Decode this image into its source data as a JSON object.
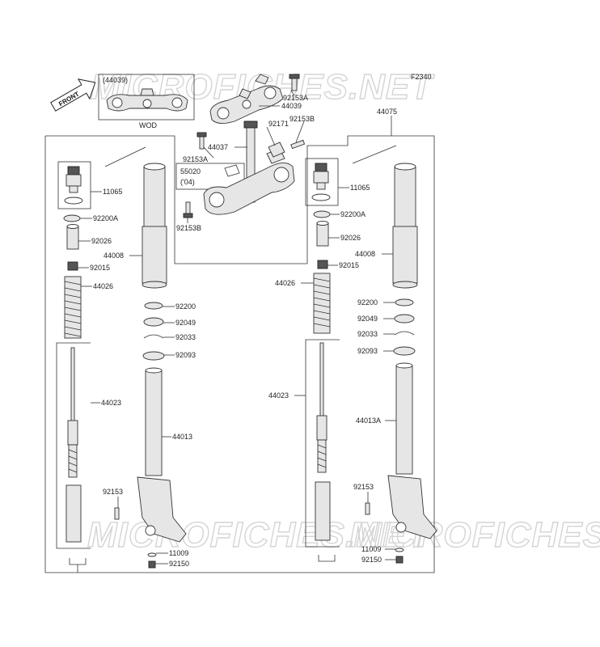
{
  "diagram_code": "F2340",
  "watermark": "MICROFICHES.NET",
  "front_label": "FRONT",
  "inset": {
    "title": "(44039)",
    "caption": "WOD"
  },
  "note": {
    "line1": "55020",
    "line2": "('04)"
  },
  "labels": {
    "p92153A_top": "92153A",
    "p44039": "44039",
    "p92171": "92171",
    "p92153B_r": "92153B",
    "p44037": "44037",
    "p92153A_l": "92153A",
    "p92153B_b": "92153B",
    "p44075": "44075",
    "L11065": "11065",
    "L92200A": "92200A",
    "L92026": "92026",
    "L44008": "44008",
    "L92015": "92015",
    "L44026": "44026",
    "L92200": "92200",
    "L92049": "92049",
    "L92033": "92033",
    "L92093": "92093",
    "L44023": "44023",
    "L44013": "44013",
    "L92153": "92153",
    "L11009": "11009",
    "L92150": "92150",
    "R11065": "11065",
    "R92200A": "92200A",
    "R92026": "92026",
    "R44008": "44008",
    "R92015": "92015",
    "R44026": "44026",
    "R92200": "92200",
    "R92049": "92049",
    "R92033": "92033",
    "R92093": "92093",
    "R44023": "44023",
    "R44013A": "44013A",
    "R92153": "92153",
    "R11009": "11009",
    "R92150": "92150"
  }
}
